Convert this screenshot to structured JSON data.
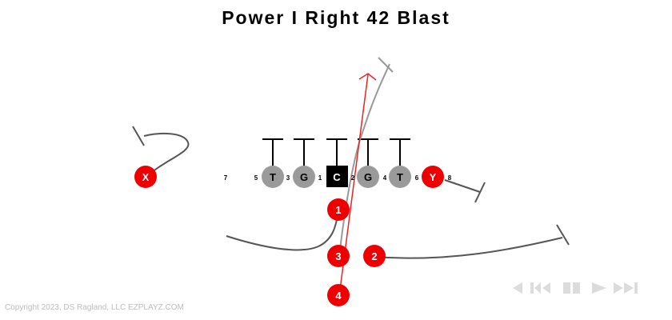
{
  "title": "Power I Right 42 Blast",
  "colors": {
    "offense_skill": "#ee0000",
    "lineman": "#9a9a9a",
    "center": "#000000",
    "route": "#555555",
    "ball_path": "#ee2222",
    "controls": "#dcdcdc",
    "copyright": "#bbbbbb"
  },
  "players": [
    {
      "id": "x",
      "label": "X"
    },
    {
      "id": "lt",
      "label": "T"
    },
    {
      "id": "lg",
      "label": "G"
    },
    {
      "id": "c",
      "label": "C"
    },
    {
      "id": "rg",
      "label": "G"
    },
    {
      "id": "rt",
      "label": "T"
    },
    {
      "id": "y",
      "label": "Y"
    },
    {
      "id": "b1",
      "label": "1"
    },
    {
      "id": "b3",
      "label": "3"
    },
    {
      "id": "b2",
      "label": "2"
    },
    {
      "id": "b4",
      "label": "4"
    }
  ],
  "hole_numbers": [
    "7",
    "5",
    "3",
    "1",
    "2",
    "4",
    "6",
    "8"
  ],
  "controls": [
    "rewind-icon",
    "step-back-icon",
    "pause-icon",
    "play-icon",
    "fast-forward-icon"
  ],
  "copyright": "Copyright 2023, DS Ragland, LLC EZPLAYZ.COM"
}
